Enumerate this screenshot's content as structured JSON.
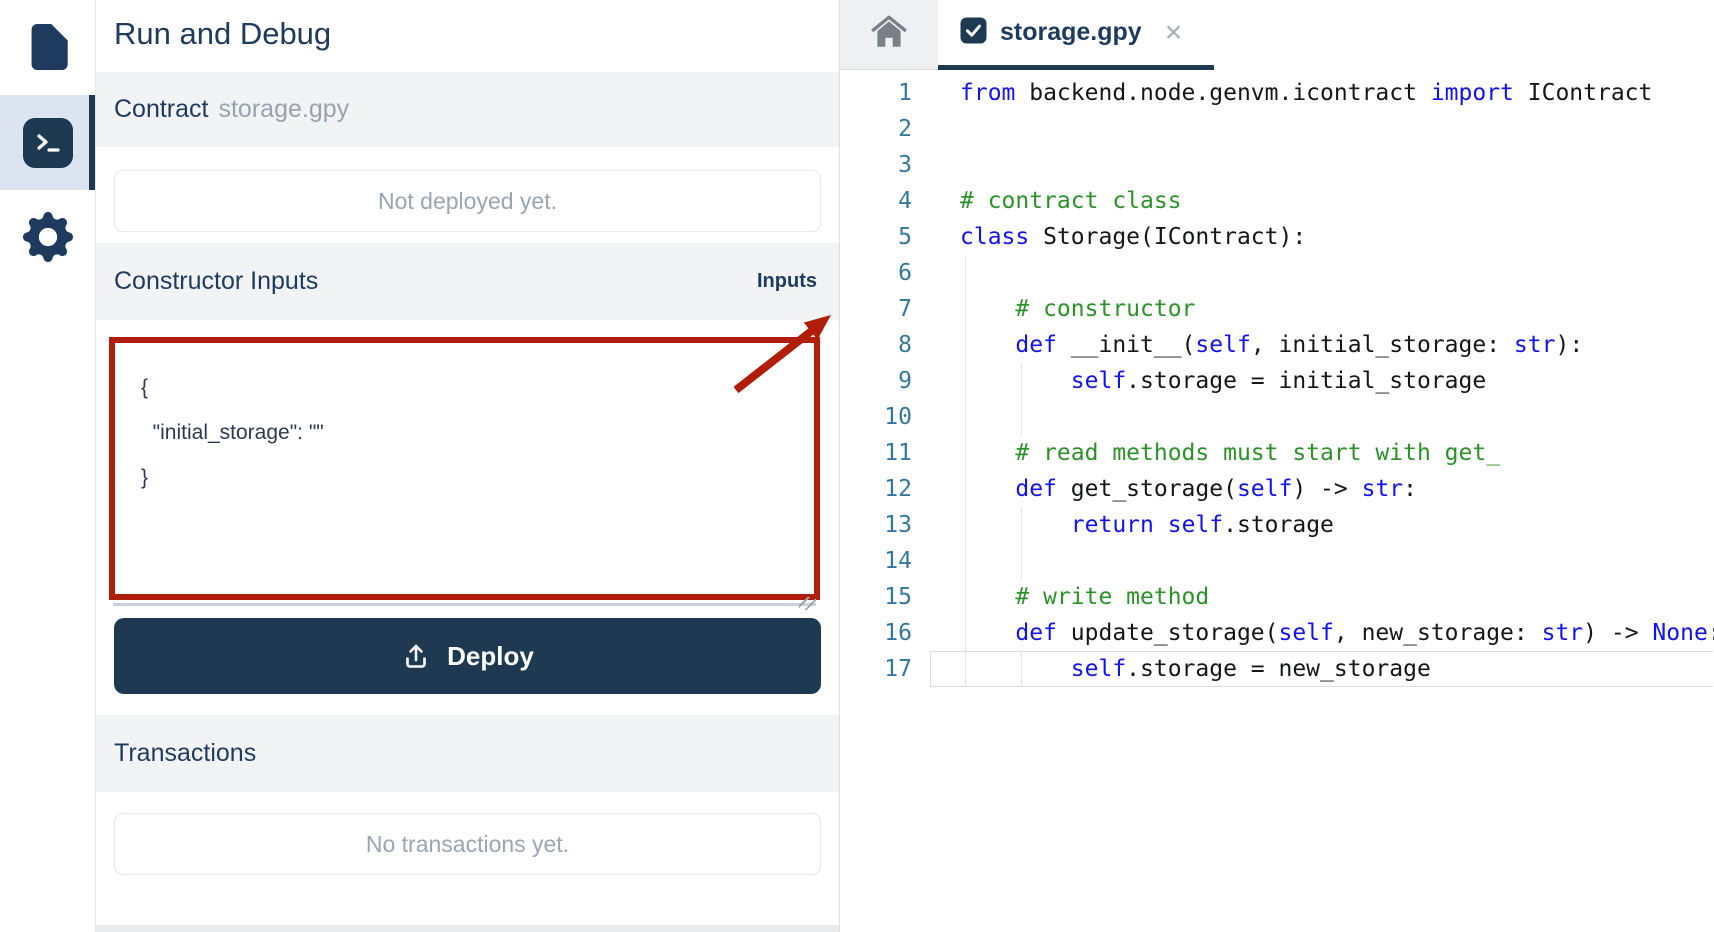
{
  "colors": {
    "navy_text": "#1e3a5f",
    "accent_navy": "#1e3a52",
    "muted_gray": "#9aa5b2",
    "band_bg": "#f1f3f5",
    "annotation_red": "#b01e0a",
    "keyword_blue": "#1212f0",
    "comment_green": "#2c9129",
    "line_number_teal": "#35789b",
    "active_sidebar_bg": "#dde4f1"
  },
  "sidebar": {
    "items": [
      {
        "label": "files",
        "icon": "document-icon",
        "active": false
      },
      {
        "label": "run-and-debug",
        "icon": "terminal-icon",
        "active": true
      },
      {
        "label": "settings",
        "icon": "gear-icon",
        "active": false
      }
    ]
  },
  "panel": {
    "title": "Run and Debug",
    "contract_label": "Contract",
    "contract_file": "storage.gpy",
    "deploy_status": "Not deployed yet.",
    "constructor_label": "Constructor Inputs",
    "inputs_badge": "Inputs",
    "constructor_json": "{\n  \"initial_storage\": \"\"\n}",
    "deploy_label": "Deploy",
    "transactions_label": "Transactions",
    "transactions_empty": "No transactions yet."
  },
  "editor": {
    "home_icon": "home-icon",
    "tab_icon": "checked-file-icon",
    "tab_title": "storage.gpy",
    "close_glyph": "×",
    "active_line": 17,
    "lines": [
      {
        "num": "1",
        "segs": [
          [
            "kw",
            "from"
          ],
          [
            "pl",
            " backend.node.genvm.icontract "
          ],
          [
            "kw",
            "import"
          ],
          [
            "pl",
            " IContract"
          ]
        ]
      },
      {
        "num": "2",
        "segs": []
      },
      {
        "num": "3",
        "segs": []
      },
      {
        "num": "4",
        "segs": [
          [
            "cm",
            "# contract class"
          ]
        ]
      },
      {
        "num": "5",
        "segs": [
          [
            "kw",
            "class"
          ],
          [
            "pl",
            " Storage(IContract):"
          ]
        ]
      },
      {
        "num": "6",
        "segs": []
      },
      {
        "num": "7",
        "segs": [
          [
            "pl",
            "    "
          ],
          [
            "cm",
            "# constructor"
          ]
        ]
      },
      {
        "num": "8",
        "segs": [
          [
            "pl",
            "    "
          ],
          [
            "kw",
            "def"
          ],
          [
            "pl",
            " __init__("
          ],
          [
            "kw",
            "self"
          ],
          [
            "pl",
            ", initial_storage: "
          ],
          [
            "kw",
            "str"
          ],
          [
            "pl",
            "):"
          ]
        ]
      },
      {
        "num": "9",
        "segs": [
          [
            "pl",
            "        "
          ],
          [
            "kw",
            "self"
          ],
          [
            "pl",
            ".storage = initial_storage"
          ]
        ]
      },
      {
        "num": "10",
        "segs": []
      },
      {
        "num": "11",
        "segs": [
          [
            "pl",
            "    "
          ],
          [
            "cm",
            "# read methods must start with get_"
          ]
        ]
      },
      {
        "num": "12",
        "segs": [
          [
            "pl",
            "    "
          ],
          [
            "kw",
            "def"
          ],
          [
            "pl",
            " get_storage("
          ],
          [
            "kw",
            "self"
          ],
          [
            "pl",
            ") -> "
          ],
          [
            "kw",
            "str"
          ],
          [
            "pl",
            ":"
          ]
        ]
      },
      {
        "num": "13",
        "segs": [
          [
            "pl",
            "        "
          ],
          [
            "kw",
            "return"
          ],
          [
            "pl",
            " "
          ],
          [
            "kw",
            "self"
          ],
          [
            "pl",
            ".storage"
          ]
        ]
      },
      {
        "num": "14",
        "segs": []
      },
      {
        "num": "15",
        "segs": [
          [
            "pl",
            "    "
          ],
          [
            "cm",
            "# write method"
          ]
        ]
      },
      {
        "num": "16",
        "segs": [
          [
            "pl",
            "    "
          ],
          [
            "kw",
            "def"
          ],
          [
            "pl",
            " update_storage("
          ],
          [
            "kw",
            "self"
          ],
          [
            "pl",
            ", new_storage: "
          ],
          [
            "kw",
            "str"
          ],
          [
            "pl",
            ") -> "
          ],
          [
            "kw",
            "None"
          ],
          [
            "pl",
            ":"
          ]
        ]
      },
      {
        "num": "17",
        "segs": [
          [
            "pl",
            "        "
          ],
          [
            "kw",
            "self"
          ],
          [
            "pl",
            ".storage = new_storage"
          ]
        ]
      }
    ]
  }
}
